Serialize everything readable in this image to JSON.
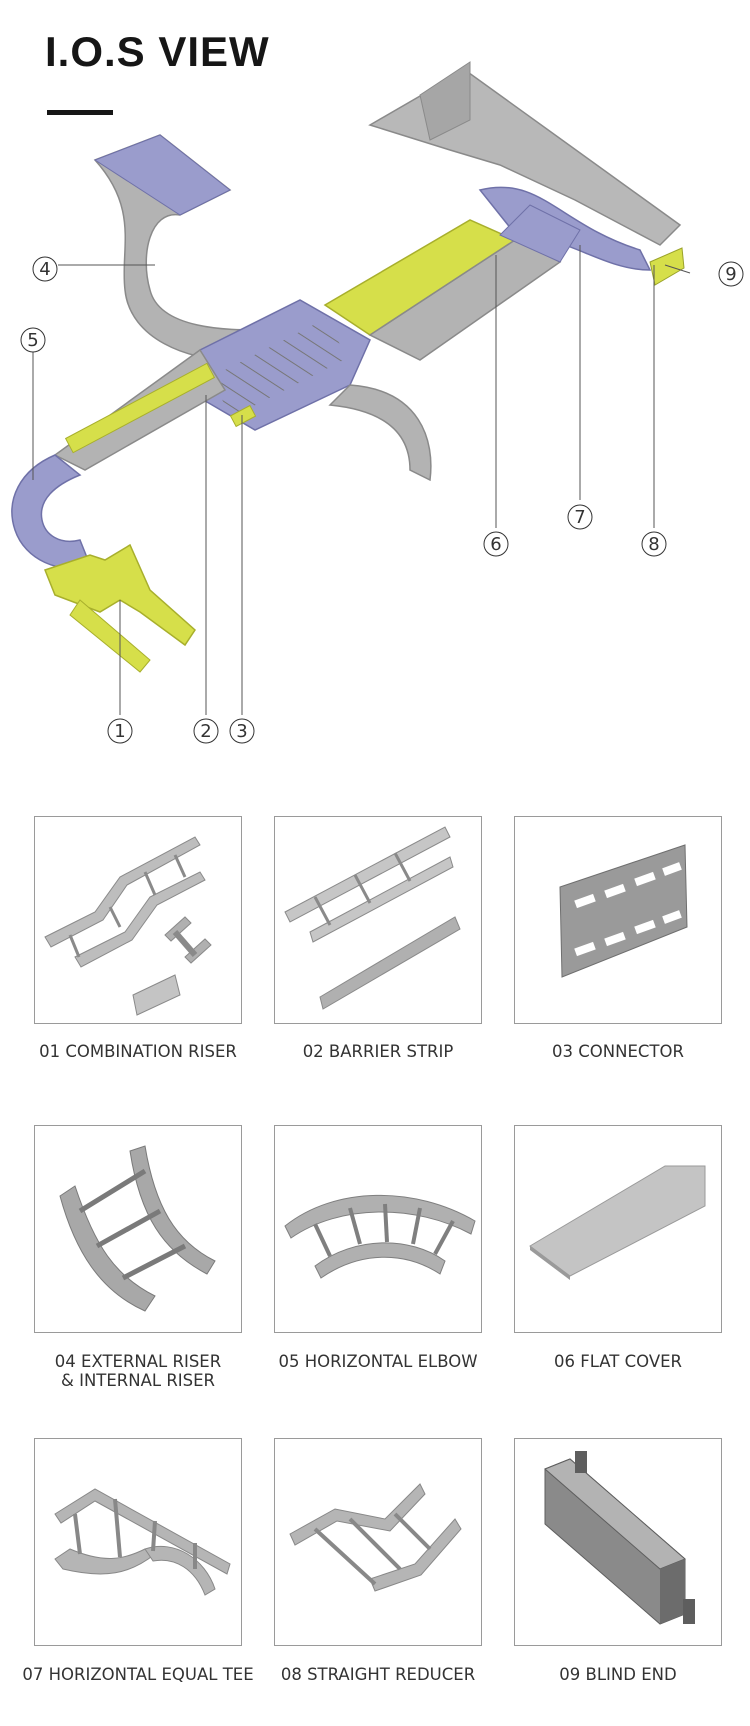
{
  "header": {
    "title": "I.O.S VIEW"
  },
  "callouts": [
    "1",
    "2",
    "3",
    "4",
    "5",
    "6",
    "7",
    "8",
    "9"
  ],
  "colors": {
    "blue_part": "#9a9ccc",
    "yellow_part": "#d6df4a",
    "gray_part": "#b3b3b3",
    "border": "#9a9a9a"
  },
  "products": [
    {
      "number": "01",
      "name": "COMBINATION RISER",
      "label": "01 COMBINATION RISER",
      "label_line2": "",
      "icon": "combination-riser-icon"
    },
    {
      "number": "02",
      "name": "BARRIER STRIP",
      "label": "02 BARRIER STRIP",
      "label_line2": "",
      "icon": "barrier-strip-icon"
    },
    {
      "number": "03",
      "name": "CONNECTOR",
      "label": "03 CONNECTOR",
      "label_line2": "",
      "icon": "connector-plate-icon"
    },
    {
      "number": "04",
      "name": "EXTERNAL RISER & INTERNAL RISER",
      "label": "04 EXTERNAL RISER",
      "label_line2": "& INTERNAL RISER",
      "icon": "riser-icon"
    },
    {
      "number": "05",
      "name": "HORIZONTAL ELBOW",
      "label": "05 HORIZONTAL ELBOW",
      "label_line2": "",
      "icon": "horizontal-elbow-icon"
    },
    {
      "number": "06",
      "name": "FLAT COVER",
      "label": "06 FLAT COVER",
      "label_line2": "",
      "icon": "flat-cover-icon"
    },
    {
      "number": "07",
      "name": "HORIZONTAL EQUAL TEE",
      "label": "07 HORIZONTAL EQUAL TEE",
      "label_line2": "",
      "icon": "horizontal-tee-icon"
    },
    {
      "number": "08",
      "name": "STRAIGHT REDUCER",
      "label": "08 STRAIGHT REDUCER",
      "label_line2": "",
      "icon": "straight-reducer-icon"
    },
    {
      "number": "09",
      "name": "BLIND END",
      "label": "09 BLIND END",
      "label_line2": "",
      "icon": "blind-end-icon"
    }
  ]
}
